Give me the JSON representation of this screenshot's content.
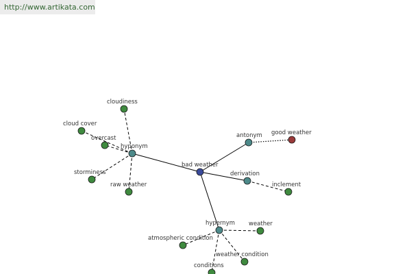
{
  "banner": {
    "url": "http://www.artikata.com"
  },
  "colors": {
    "center": "#3a4a9a",
    "relation": "#4d8a8a",
    "leaf": "#3f8a3f",
    "antonym_leaf": "#9a3a3a"
  },
  "graph": {
    "nodes": [
      {
        "id": "bad-weather",
        "label": "bad weather",
        "kind": "center"
      },
      {
        "id": "hyponym",
        "label": "hyponym",
        "kind": "relation"
      },
      {
        "id": "antonym",
        "label": "antonym",
        "kind": "relation"
      },
      {
        "id": "derivation",
        "label": "derivation",
        "kind": "relation"
      },
      {
        "id": "hypernym",
        "label": "hypernym",
        "kind": "relation"
      },
      {
        "id": "cloudiness",
        "label": "cloudiness",
        "kind": "leaf"
      },
      {
        "id": "cloud-cover",
        "label": "cloud cover",
        "kind": "leaf"
      },
      {
        "id": "overcast",
        "label": "overcast",
        "kind": "leaf"
      },
      {
        "id": "storminess",
        "label": "storminess",
        "kind": "leaf"
      },
      {
        "id": "raw-weather",
        "label": "raw weather",
        "kind": "leaf"
      },
      {
        "id": "good-weather",
        "label": "good weather",
        "kind": "antonym_leaf"
      },
      {
        "id": "inclement",
        "label": "inclement",
        "kind": "leaf"
      },
      {
        "id": "weather",
        "label": "weather",
        "kind": "leaf"
      },
      {
        "id": "atmospheric-condition",
        "label": "atmospheric condition",
        "kind": "leaf"
      },
      {
        "id": "weather-condition",
        "label": "weather condition",
        "kind": "leaf"
      },
      {
        "id": "conditions",
        "label": "conditions",
        "kind": "leaf"
      }
    ],
    "edges": [
      {
        "from": "bad-weather",
        "to": "hyponym",
        "style": "solid"
      },
      {
        "from": "bad-weather",
        "to": "antonym",
        "style": "solid"
      },
      {
        "from": "bad-weather",
        "to": "derivation",
        "style": "solid"
      },
      {
        "from": "bad-weather",
        "to": "hypernym",
        "style": "solid"
      },
      {
        "from": "hyponym",
        "to": "cloudiness",
        "style": "dashed"
      },
      {
        "from": "hyponym",
        "to": "cloud-cover",
        "style": "dashed"
      },
      {
        "from": "hyponym",
        "to": "overcast",
        "style": "dashed"
      },
      {
        "from": "hyponym",
        "to": "storminess",
        "style": "dashed"
      },
      {
        "from": "hyponym",
        "to": "raw-weather",
        "style": "dashed"
      },
      {
        "from": "antonym",
        "to": "good-weather",
        "style": "dotted"
      },
      {
        "from": "derivation",
        "to": "inclement",
        "style": "dashed"
      },
      {
        "from": "hypernym",
        "to": "weather",
        "style": "dashed"
      },
      {
        "from": "hypernym",
        "to": "atmospheric-condition",
        "style": "dashed"
      },
      {
        "from": "hypernym",
        "to": "weather-condition",
        "style": "dashed"
      },
      {
        "from": "hypernym",
        "to": "conditions",
        "style": "dashed"
      }
    ]
  }
}
